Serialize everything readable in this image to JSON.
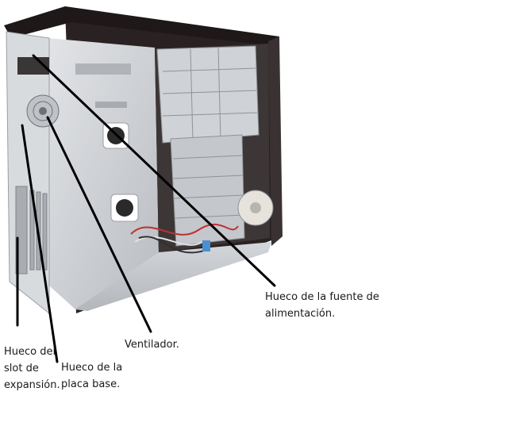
{
  "labels": {
    "psu": [
      "Hueco de la fuente de",
      "alimentación."
    ],
    "fan": [
      "Ventilador."
    ],
    "slot": [
      "Hueco del",
      "slot de",
      "expansión."
    ],
    "mobo": [
      "Hueco de la",
      "placa base."
    ]
  },
  "colors": {
    "case_metal": "#c9ccd0",
    "case_dark": "#2a2222",
    "leader_line": "#000000",
    "text": "#1a1a1a"
  }
}
